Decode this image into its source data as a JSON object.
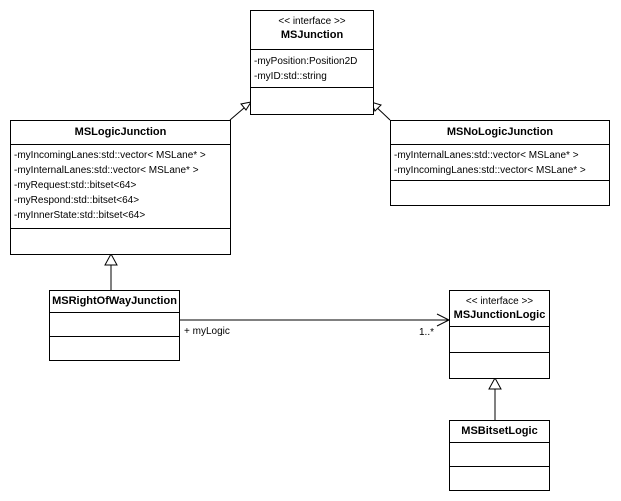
{
  "classes": {
    "ms_junction": {
      "stereotype": "<< interface >>",
      "name": "MSJunction",
      "attributes": [
        "-myPosition:Position2D",
        "-myID:std::string"
      ]
    },
    "ms_logic_junction": {
      "name": "MSLogicJunction",
      "attributes": [
        "-myIncomingLanes:std::vector< MSLane* >",
        "-myInternalLanes:std::vector< MSLane* >",
        "-myRequest:std::bitset<64>",
        "-myRespond:std::bitset<64>",
        "-myInnerState:std::bitset<64>"
      ]
    },
    "ms_no_logic_junction": {
      "name": "MSNoLogicJunction",
      "attributes": [
        "-myInternalLanes:std::vector< MSLane* >",
        "-myIncomingLanes:std::vector< MSLane* >"
      ]
    },
    "ms_right_of_way_junction": {
      "name": "MSRightOfWayJunction"
    },
    "ms_junction_logic": {
      "stereotype": "<< interface >>",
      "name": "MSJunctionLogic"
    },
    "ms_bitset_logic": {
      "name": "MSBitsetLogic"
    }
  },
  "associations": {
    "my_logic": {
      "role": "+ myLogic",
      "multiplicity": "1..*"
    }
  }
}
